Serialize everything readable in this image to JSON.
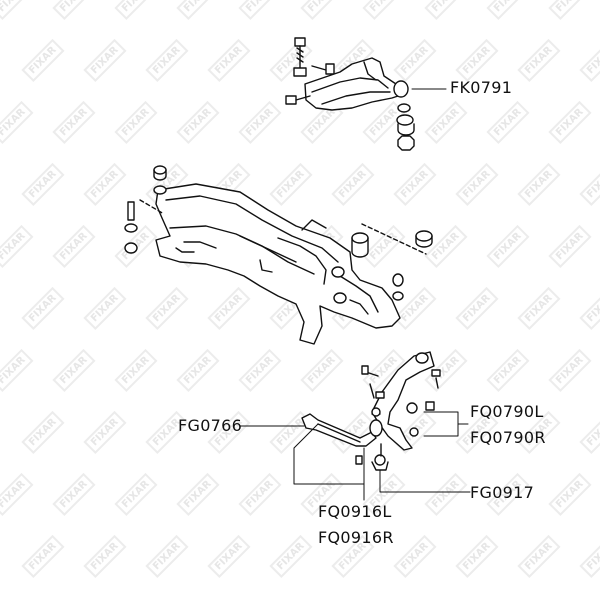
{
  "watermark": {
    "brand": "FIXAR"
  },
  "parts": {
    "upper_arm": "FK0791",
    "tie_rod": "FG0766",
    "lower_arm_left": "FQ0790L",
    "lower_arm_right": "FQ0790R",
    "strut_bar_left": "FQ0916L",
    "strut_bar_right": "FQ0916R",
    "ball_joint": "FG0917"
  },
  "colors": {
    "line": "#111111",
    "watermark": "#e6e6e6"
  }
}
